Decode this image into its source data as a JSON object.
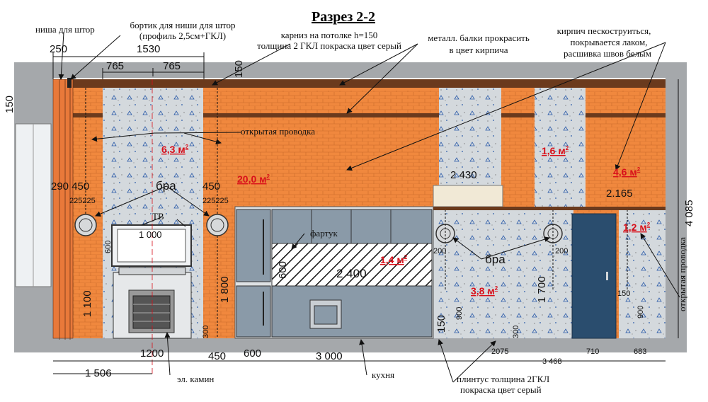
{
  "title": "Разрез 2-2",
  "annotations": {
    "curtain_niche": "ниша для штор",
    "niche_border_line1": "бортик для ниши для штор",
    "niche_border_line2": "(профиль 2,5см+ГКЛ)",
    "cornice_line1": "карниз на потолке h=150",
    "cornice_line2": "толщина 2 ГКЛ покраска цвет серый",
    "beams_line1": "металл. балки прокрасить",
    "beams_line2": "в цвет кирпича",
    "brick_line1": "кирпич пескоструиться,",
    "brick_line2": "покрывается лаком,",
    "brick_line3": "расшивка швов белым",
    "open_wiring": "открытая проводка",
    "open_wiring_right": "открытая проводка",
    "sconce_left": "бра",
    "sconce_right": "бра",
    "tv": "ТВ",
    "backsplash": "фартук",
    "fireplace": "эл. камин",
    "kitchen": "кухня",
    "baseboard_line1": "плинтус толщина 2ГКЛ",
    "baseboard_line2": "покраска цвет серый"
  },
  "areas": [
    {
      "value": "6,3 м",
      "sup": "2"
    },
    {
      "value": "20,0 м",
      "sup": "2"
    },
    {
      "value": "1,6 м",
      "sup": "2"
    },
    {
      "value": "4,6 м",
      "sup": "2"
    },
    {
      "value": "1,4 м",
      "sup": "2"
    },
    {
      "value": "3,8 м",
      "sup": "2"
    },
    {
      "value": "1,2 м",
      "sup": "2"
    }
  ],
  "dimensions": {
    "d250": "250",
    "d1530": "1530",
    "d765a": "765",
    "d765b": "765",
    "d150_top": "150",
    "d150_left": "150",
    "d290_450": "290 450",
    "d225_225": "225225",
    "d450": "450",
    "d225_225b": "225225",
    "d1000": "1 000",
    "d600_tv": "600",
    "d1100": "1 100",
    "d1800": "1 800",
    "d300": "300",
    "d1200": "1200",
    "d450b": "450",
    "d600b": "600",
    "d1506": "1 506",
    "d3000": "3 000",
    "d2400": "2 400",
    "d600_apron": "600",
    "d2430": "2 430",
    "d2165": "2.165",
    "d4085": "4 085",
    "d200a": "200",
    "d200b": "200",
    "d150_mid": "150",
    "d900a": "900",
    "d300b": "300",
    "d1700": "1 700",
    "d150_r": "150",
    "d900b": "900",
    "d2075": "2075",
    "d3468": "3 468",
    "d710": "710",
    "d683": "683"
  },
  "colors": {
    "brick": "#f0883e",
    "concrete": "#cfd4d8",
    "gray_frame": "#a5a8ab",
    "cabinet": "#8a9aa8",
    "door": "#2a4d6e",
    "beam": "#6b3a1d"
  }
}
